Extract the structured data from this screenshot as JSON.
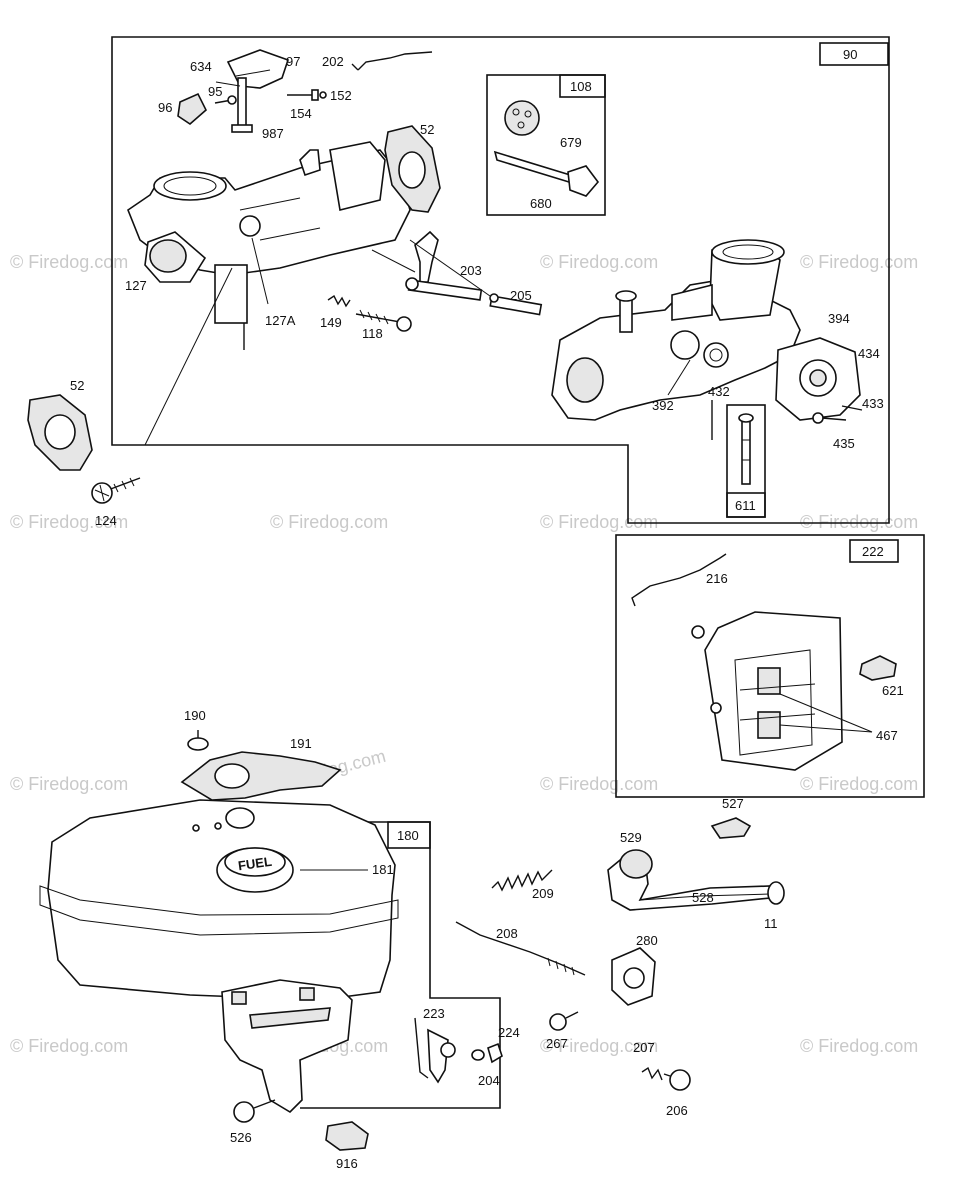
{
  "watermark": {
    "text": "© Firedog.com"
  },
  "boxes": {
    "b90": "90",
    "b108": "108",
    "b611": "611",
    "b222": "222",
    "b180": "180"
  },
  "labels": {
    "l634": "634",
    "l97": "97",
    "l202": "202",
    "l95": "95",
    "l96": "96",
    "l152": "152",
    "l154": "154",
    "l987": "987",
    "l52a": "52",
    "l679": "679",
    "l680": "680",
    "l127": "127",
    "l127A": "127A",
    "l149": "149",
    "l118": "118",
    "l203": "203",
    "l205": "205",
    "l394": "394",
    "l434": "434",
    "l433": "433",
    "l435": "435",
    "l432": "432",
    "l392": "392",
    "l52b": "52",
    "l124": "124",
    "l216": "216",
    "l621": "621",
    "l467": "467",
    "l190": "190",
    "l191": "191",
    "l181": "181",
    "l527": "527",
    "l529": "529",
    "l528": "528",
    "l11": "11",
    "l209": "209",
    "l208": "208",
    "l280": "280",
    "l223": "223",
    "l224": "224",
    "l204": "204",
    "l267": "267",
    "l207": "207",
    "l206": "206",
    "l526": "526",
    "l916": "916"
  },
  "fuel_cap_text": "FUEL"
}
